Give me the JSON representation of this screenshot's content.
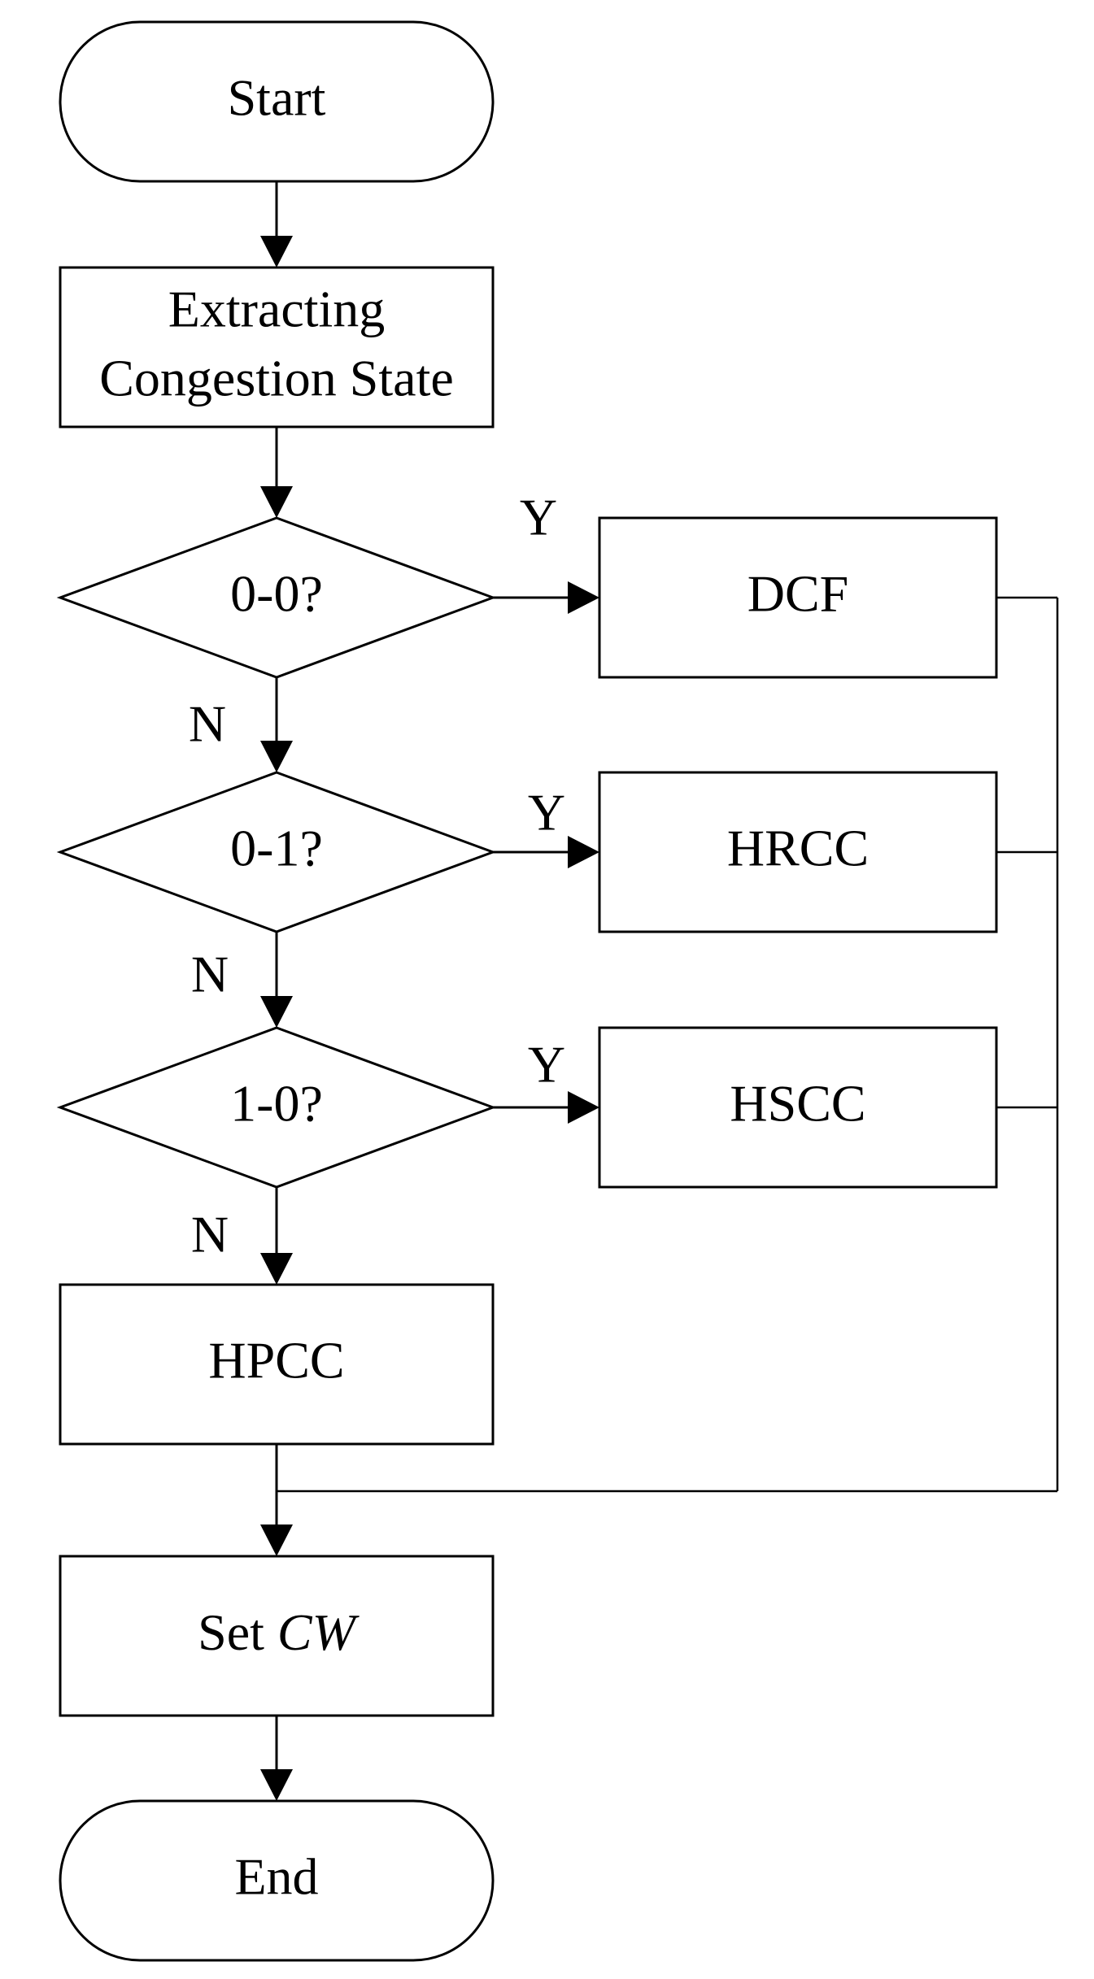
{
  "nodes": {
    "start": "Start",
    "extract_line1": "Extracting",
    "extract_line2": "Congestion State",
    "decision_00": "0-0?",
    "decision_01": "0-1?",
    "decision_10": "1-0?",
    "dcf": "DCF",
    "hrcc": "HRCC",
    "hscc": "HSCC",
    "hpcc": "HPCC",
    "set_cw_prefix": "Set ",
    "set_cw_var": "CW",
    "end": "End"
  },
  "edges": {
    "yes_00": "Y",
    "yes_01": "Y",
    "yes_10": "Y",
    "no_00": "N",
    "no_01": "N",
    "no_10": "N"
  }
}
